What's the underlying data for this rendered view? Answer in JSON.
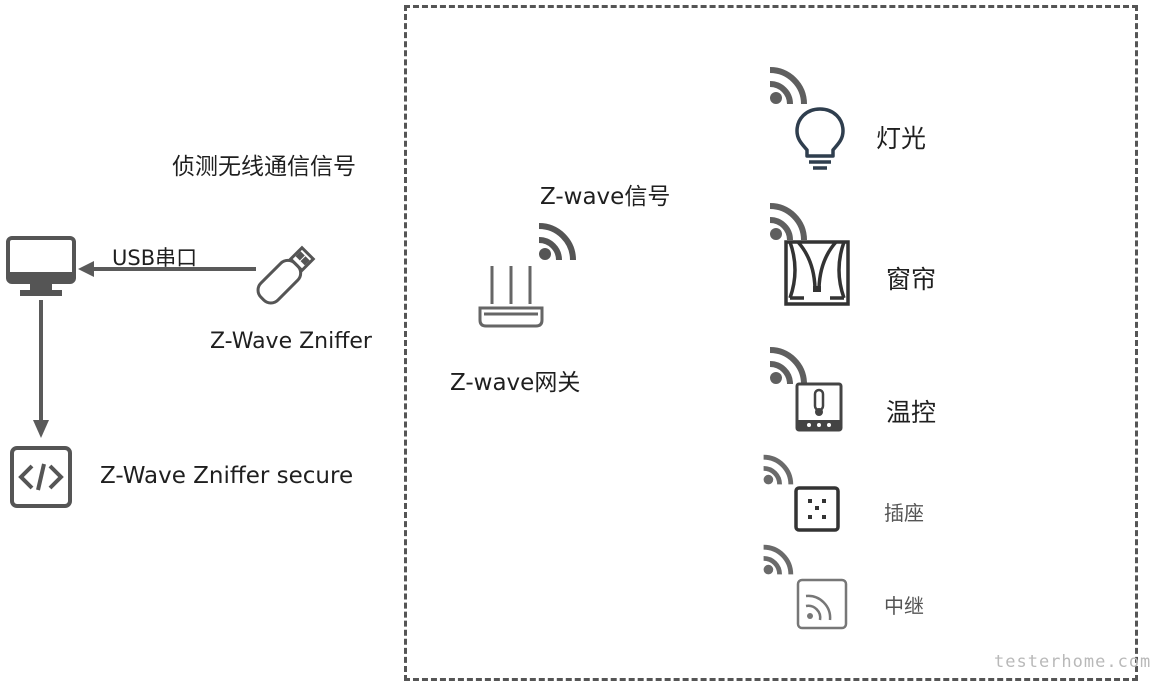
{
  "left": {
    "detect_label": "侦测无线通信信号",
    "usb_label": "USB串口",
    "sniffer_label": "Z-Wave Zniffer",
    "secure_label": "Z-Wave Zniffer secure"
  },
  "gateway": {
    "signal_label": "Z-wave信号",
    "label": "Z-wave网关"
  },
  "devices": [
    {
      "label": "灯光",
      "icon": "light-bulb-icon"
    },
    {
      "label": "窗帘",
      "icon": "curtain-icon"
    },
    {
      "label": "温控",
      "icon": "thermostat-icon"
    },
    {
      "label": "插座",
      "icon": "socket-icon"
    },
    {
      "label": "中继",
      "icon": "repeater-icon"
    }
  ],
  "watermark": "testerhome.com",
  "colors": {
    "icon": "#5f5f5f",
    "bulb": "#2f3e4e",
    "arrow": "#5a5a5a",
    "border": "#555555"
  }
}
